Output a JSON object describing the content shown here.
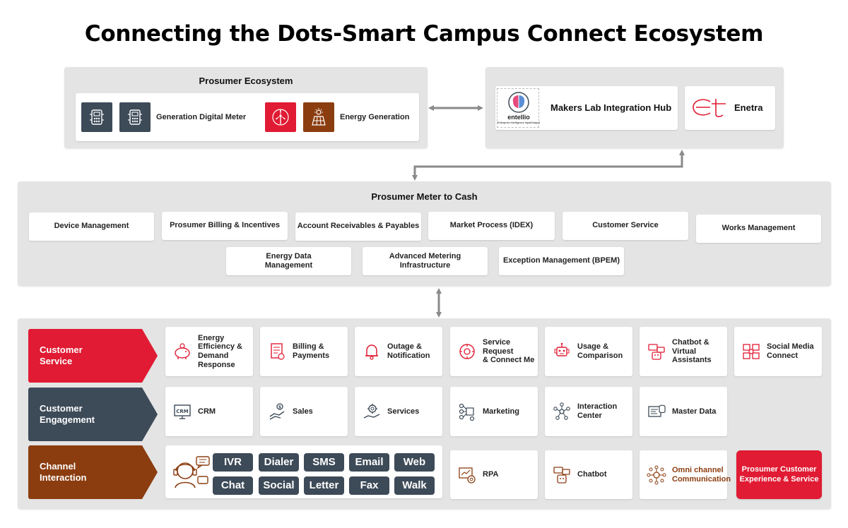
{
  "title": "Connecting the Dots-Smart Campus Connect Ecosystem",
  "prosumer_ecosystem": {
    "title": "Prosumer Ecosystem",
    "meter_label": "Generation  Digital Meter",
    "energy_label": "Energy Generation"
  },
  "hub": {
    "makers_label": "Makers Lab Integration Hub",
    "entellio_logo": "entellio",
    "entellio_tagline": "Enterprise Intelligence Input/Output",
    "enetra_label": "Enetra",
    "enetra_logo": "et"
  },
  "meter_to_cash": {
    "title": "Prosumer Meter to Cash",
    "items": [
      "Device Management",
      "Prosumer Billing & Incentives",
      "Account Receivables & Payables",
      "Market Process (IDEX)",
      "Customer Service",
      "Works Management",
      "Energy Data\nManagement",
      "Advanced Metering\nInfrastructure",
      "Exception Management (BPEM)"
    ]
  },
  "rows": {
    "customer_service": {
      "label": "Customer\nService",
      "cards": [
        "Energy\nEfficiency &\nDemand\nResponse",
        "Billing &\nPayments",
        "Outage &\nNotification",
        "Service Request\n& Connect Me",
        "Usage &\nComparison",
        "Chatbot &\nVirtual\nAssistants",
        "Social Media\nConnect"
      ]
    },
    "customer_engagement": {
      "label": "Customer\nEngagement",
      "cards": [
        "CRM",
        "Sales",
        "Services",
        "Marketing",
        "Interaction\nCenter",
        "Master Data"
      ]
    },
    "channel_interaction": {
      "label": "Channel\nInteraction",
      "channels": [
        "IVR",
        "Dialer",
        "SMS",
        "Email",
        "Web",
        "Chat",
        "Social",
        "Letter",
        "Fax",
        "Walk"
      ],
      "cards": [
        "RPA",
        "Chatbot",
        "Omni channel\nCommunication"
      ],
      "highlight": "Prosumer Customer\nExperience & Service"
    }
  },
  "colors": {
    "red": "#e01b33",
    "slate": "#3d4a58",
    "brown": "#8b3d10",
    "panel": "#e4e4e4",
    "arrow": "#8a8a8a"
  }
}
